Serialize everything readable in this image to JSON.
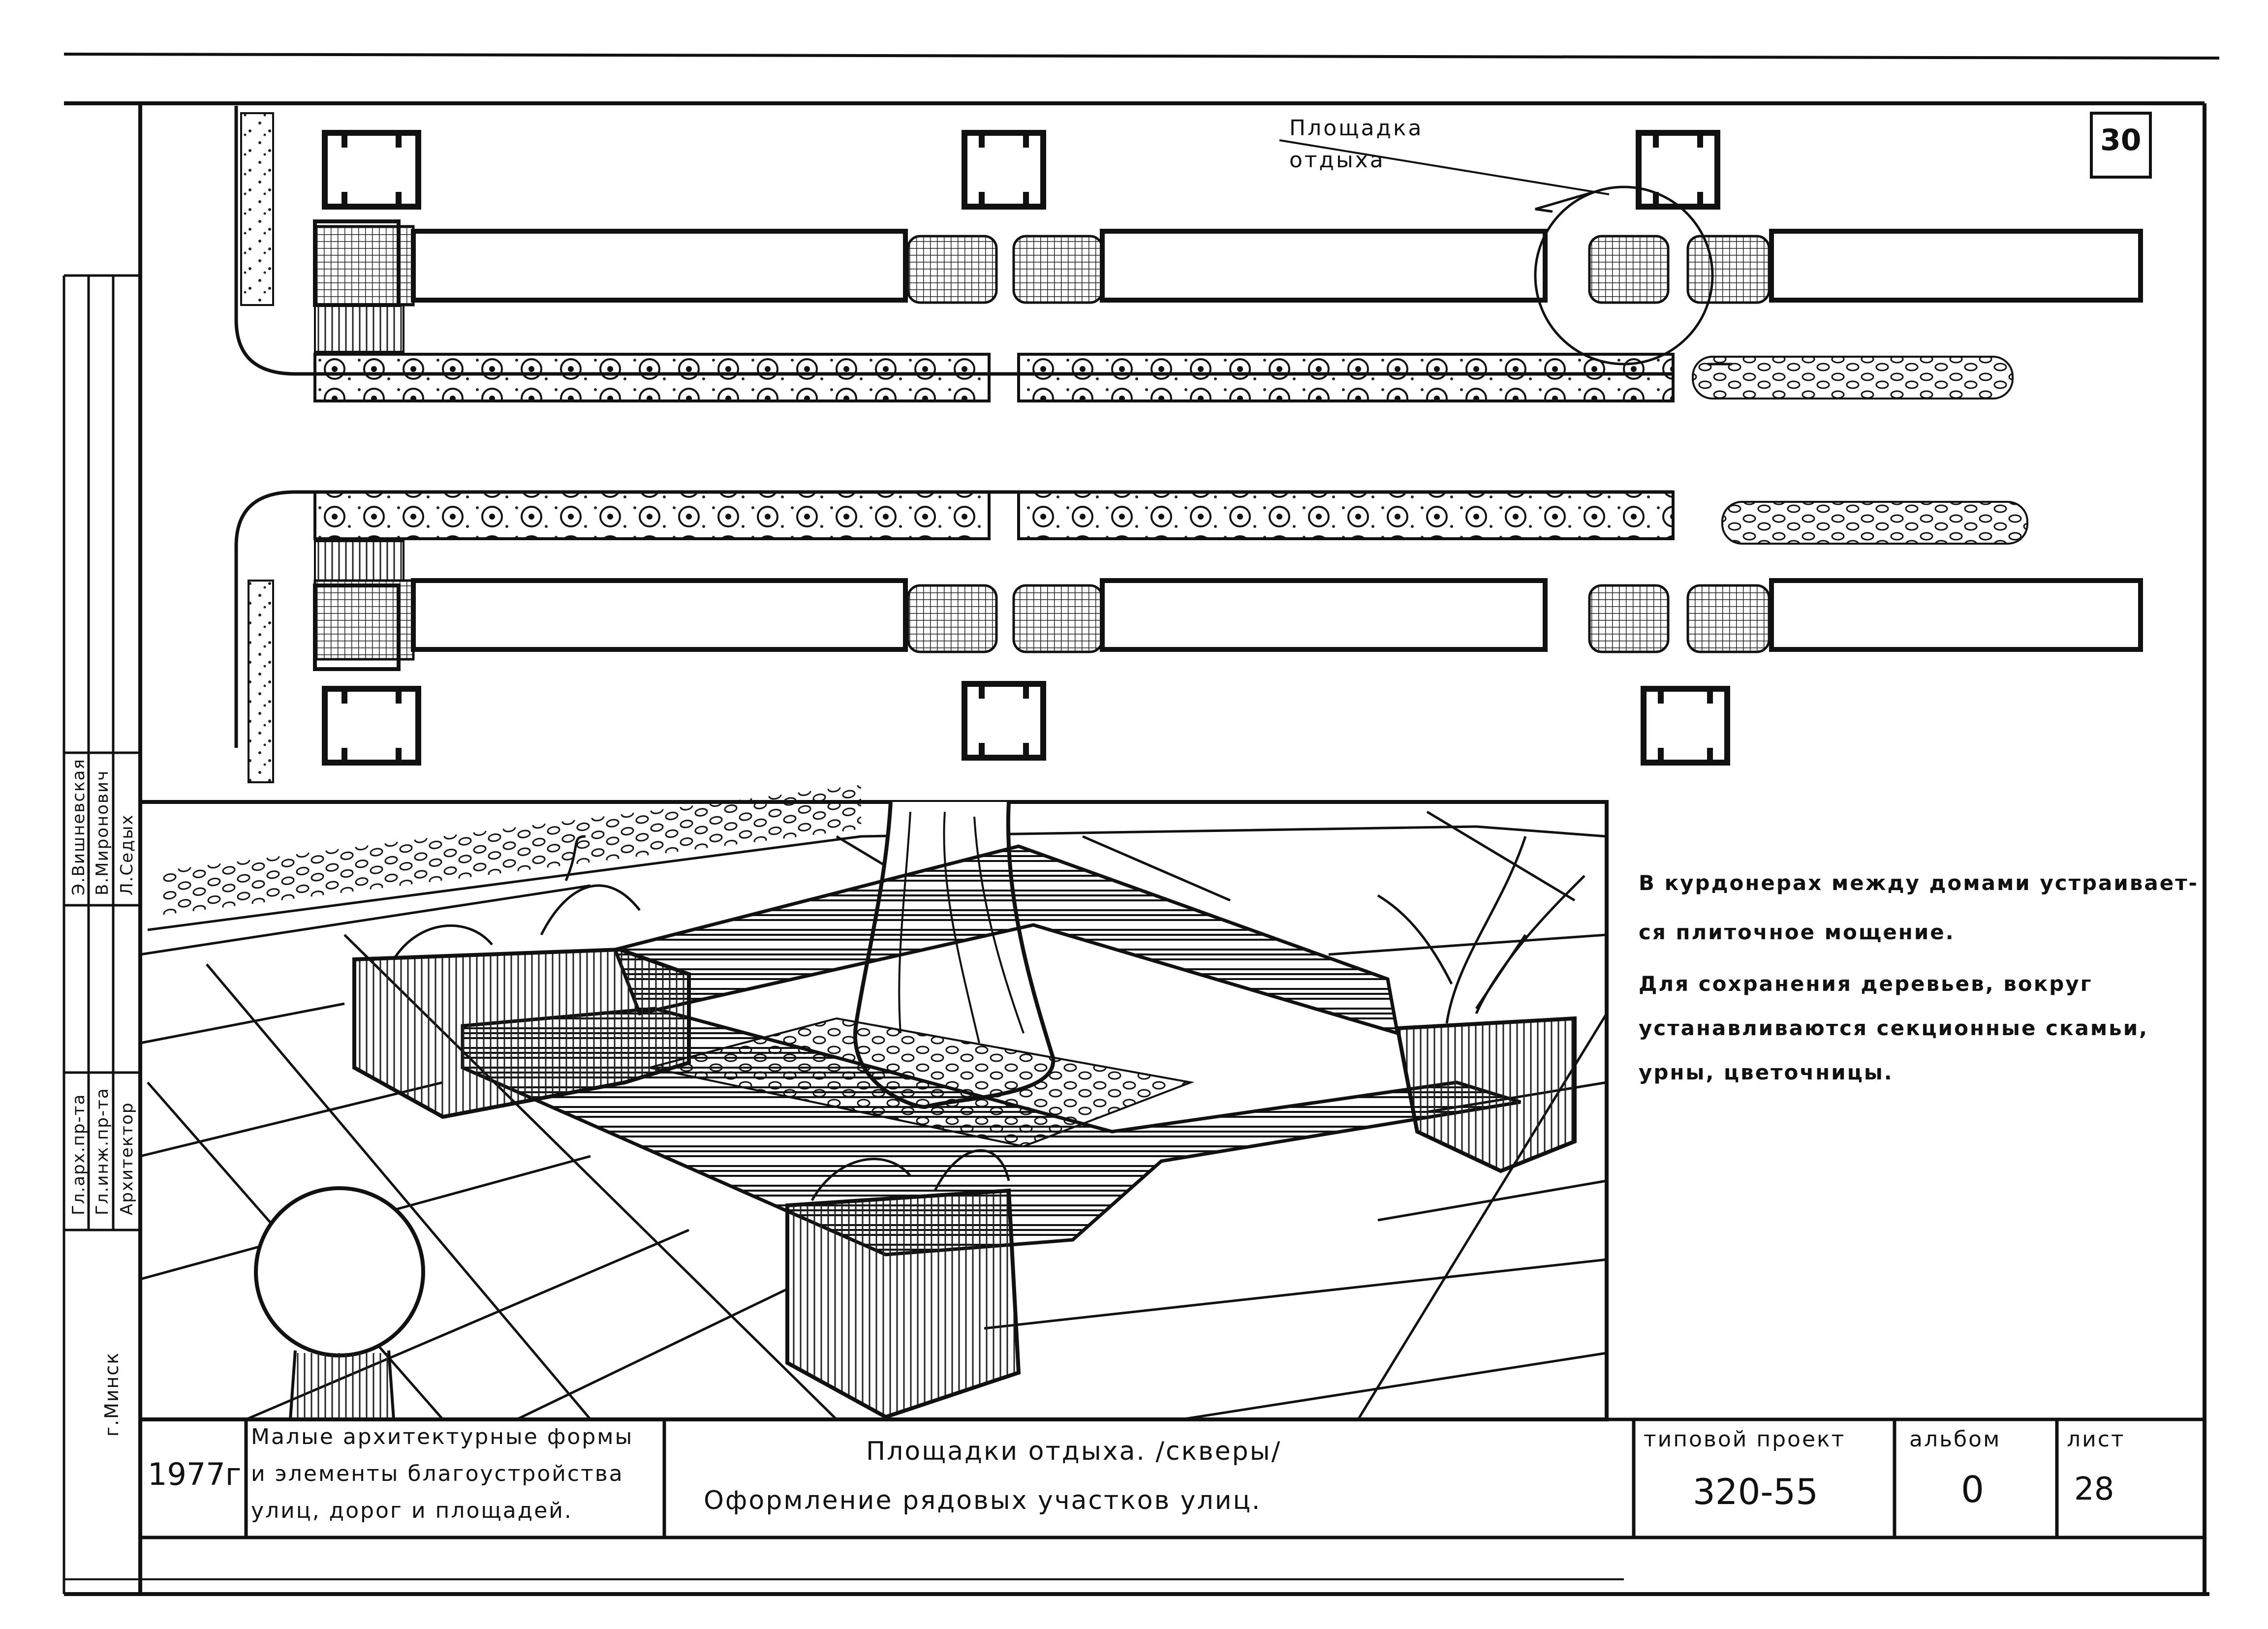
{
  "plan": {
    "label_line1": "Площадка",
    "label_line2": "отдыха",
    "sheet_corner_number": "30"
  },
  "notes": {
    "line1": "В курдонерах между домами устраивает-",
    "line2": "ся плиточное мощение.",
    "line3": "Для сохранения деревьев, вокруг",
    "line4": "устанавливаются секционные скамьи,",
    "line5": "урны, цветочницы."
  },
  "side_stamp": {
    "roles": [
      "Гл.арх.пр-та",
      "Гл.инж.пр-та",
      "Архитектор"
    ],
    "names": [
      "Э.Вишневская",
      "В.Миронович",
      "Л.Седых"
    ],
    "city": "г.Минск"
  },
  "title_block": {
    "year": "1977г.",
    "series_line1": "Малые архитектурные формы",
    "series_line2": "и элементы благоустройства",
    "series_line3": "улиц, дорог и площадей.",
    "title_line1": "Площадки отдыха. /скверы/",
    "title_line2": "Оформление рядовых участков улиц.",
    "project_label": "типовой проект",
    "project_number": "320-55",
    "album_label": "альбом",
    "album_value": "0",
    "sheet_label": "лист",
    "sheet_value": "28"
  },
  "colors": {
    "ink": "#111111",
    "paper": "#ffffff",
    "hatch": "#333333"
  }
}
